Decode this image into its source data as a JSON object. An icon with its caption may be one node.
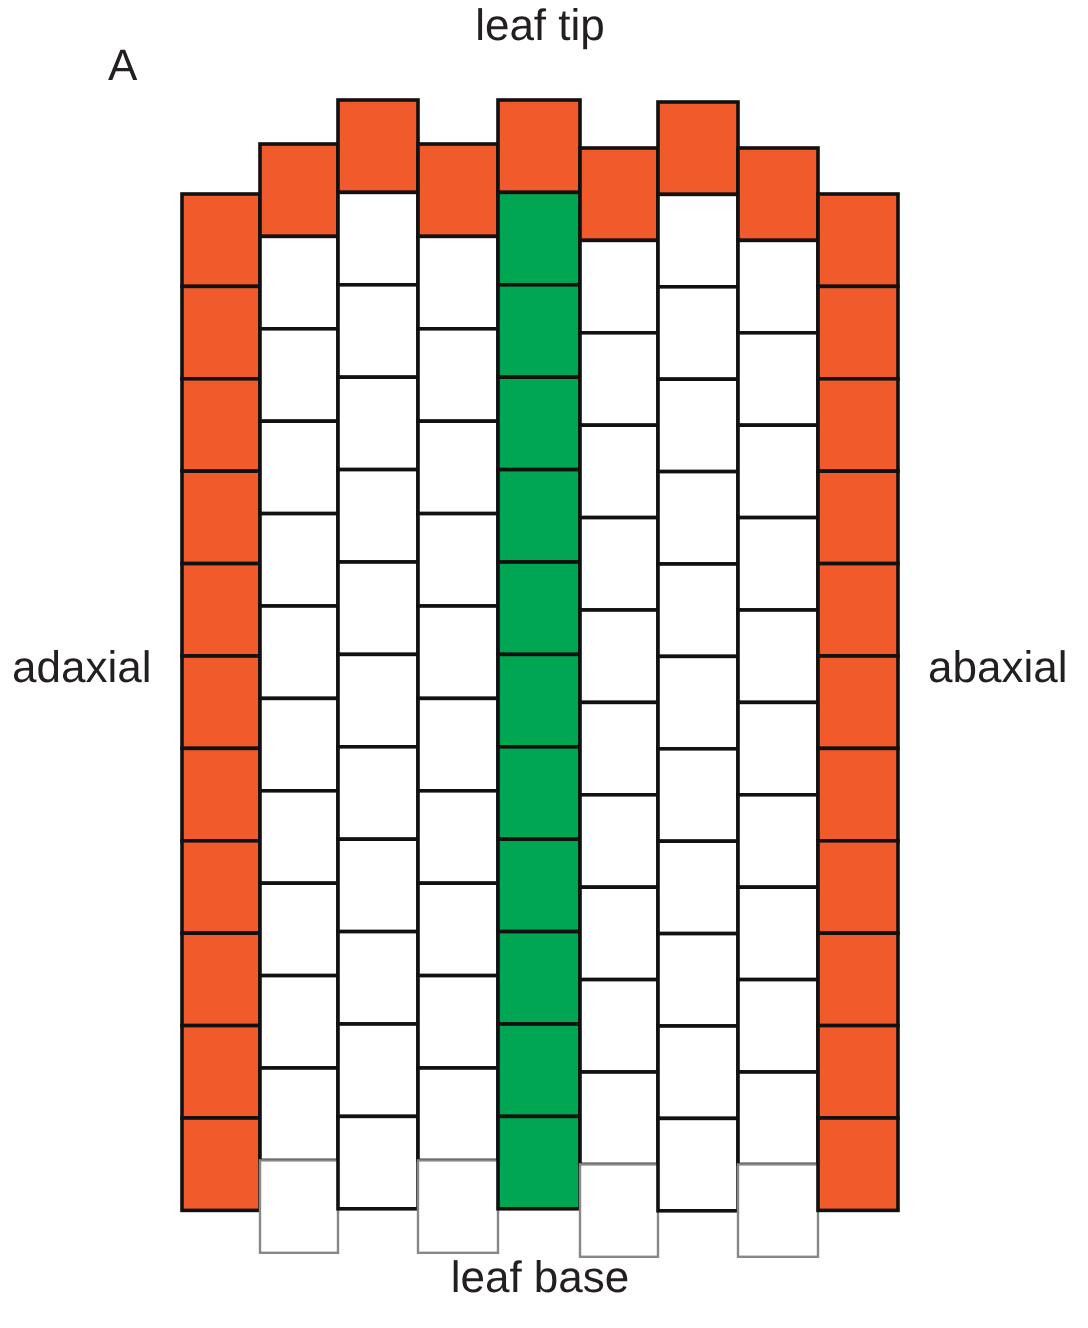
{
  "diagram": {
    "labels": [
      "A",
      "leaf tip",
      "adaxial",
      "abaxial",
      "leaf base"
    ]
  }
}
